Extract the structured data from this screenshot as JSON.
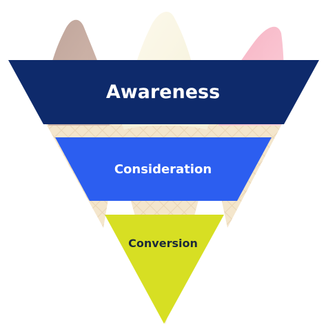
{
  "funnel": {
    "stages": [
      {
        "label": "Awareness",
        "color": "#0e2a6b",
        "text_color": "#ffffff"
      },
      {
        "label": "Consideration",
        "color": "#2c5ef0",
        "text_color": "#ffffff"
      },
      {
        "label": "Conversion",
        "color": "#d7df23",
        "text_color": "#1c2a3a"
      }
    ]
  },
  "background": {
    "illustration": "ice-cream-cones",
    "cone_color": "#e9c896",
    "scoop_colors": [
      "#7a4a3a",
      "#f2ecd0",
      "#f06a8a"
    ]
  }
}
